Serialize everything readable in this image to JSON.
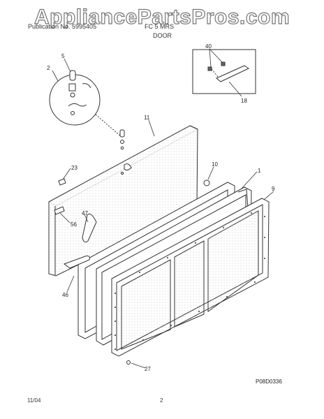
{
  "watermark": "AppliancePartsPros.com",
  "header": {
    "left": "Publication No. 5995405",
    "right": "FC 5 MRS",
    "section": "DOOR"
  },
  "labels": [
    "1",
    "2",
    "5",
    "9",
    "10",
    "11",
    "18",
    "23",
    "27",
    "40",
    "46",
    "47",
    "56"
  ],
  "diagram_code": "P08D0336",
  "footer": {
    "date": "11/04",
    "page": "2"
  }
}
